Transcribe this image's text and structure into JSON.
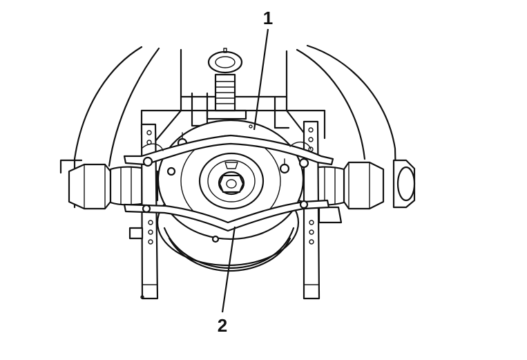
{
  "figure": {
    "callouts": [
      {
        "label": "1",
        "target": "differential-housing"
      },
      {
        "label": "2",
        "target": "support-strap"
      }
    ]
  }
}
